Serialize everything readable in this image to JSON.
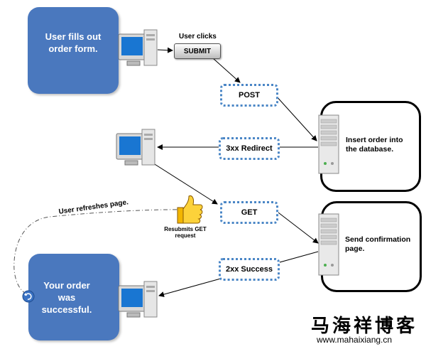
{
  "diagram": {
    "nodes": {
      "form_box": "User fills out order form.",
      "success_box": "Your order was successful.",
      "insert_server": "Insert order into the database.",
      "confirm_server": "Send confirmation page."
    },
    "labels": {
      "user_clicks": "User clicks",
      "submit": "SUBMIT",
      "post": "POST",
      "redirect": "3xx Redirect",
      "get": "GET",
      "success": "2xx Success",
      "refresh": "User refreshes page.",
      "resubmits": "Resubmits GET request"
    }
  },
  "watermark": {
    "chinese": "马海祥博客",
    "url": "www.mahaixiang.cn"
  },
  "colors": {
    "box_blue": "#4a78be",
    "dotted_border": "#4a86c6"
  }
}
